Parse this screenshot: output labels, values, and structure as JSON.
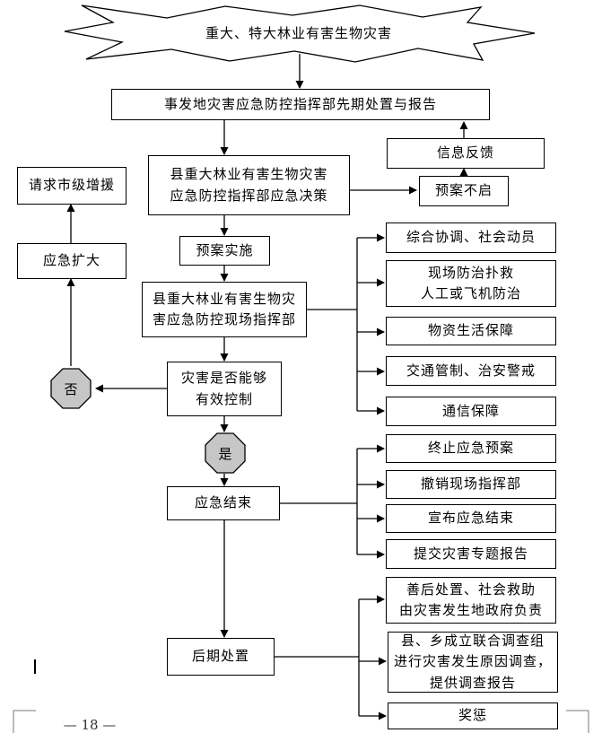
{
  "nodes": {
    "start": "重大、特大林业有害生物灾害",
    "report": "事发地灾害应急防控指挥部先期处置与报告",
    "decision": "县重大林业有害生物灾害\n应急防控指挥部应急决策",
    "feedback": "信息反馈",
    "not_started": "预案不启",
    "request": "请求市级增援",
    "expand": "应急扩大",
    "implement": "预案实施",
    "field_hq": "县重大林业有害生物灾\n害应急防控现场指挥部",
    "no": "否",
    "controllable": "灾害是否能够\n有效控制",
    "yes": "是",
    "end": "应急结束",
    "after": "后期处置"
  },
  "field_tasks": [
    "综合协调、社会动员",
    "现场防治扑救\n人工或飞机防治",
    "物资生活保障",
    "交通管制、治安警戒",
    "通信保障"
  ],
  "end_tasks": [
    "终止应急预案",
    "撤销现场指挥部",
    "宣布应急结束",
    "提交灾害专题报告"
  ],
  "after_tasks": [
    "善后处置、社会救助\n由灾害发生地政府负责",
    "县、乡成立联合调查组\n进行灾害发生原因调查，\n提供调查报告",
    "奖惩"
  ],
  "footer": {
    "page_number": "— 18 —"
  }
}
